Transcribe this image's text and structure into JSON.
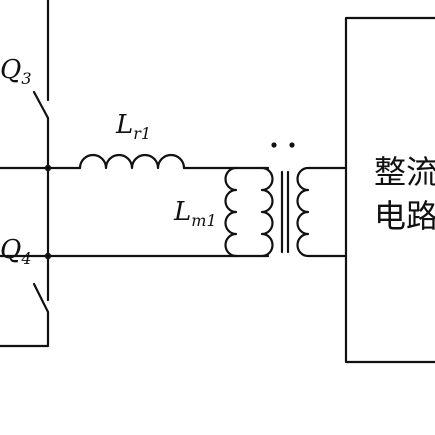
{
  "components": {
    "q3": {
      "name": "Q",
      "sub": "3"
    },
    "q4": {
      "name": "Q",
      "sub": "4"
    },
    "lr1": {
      "name": "L",
      "sub": "r1"
    },
    "lm1": {
      "name": "L",
      "sub": "m1"
    }
  },
  "rectifier": {
    "line1": "整流",
    "line2": "电路"
  }
}
